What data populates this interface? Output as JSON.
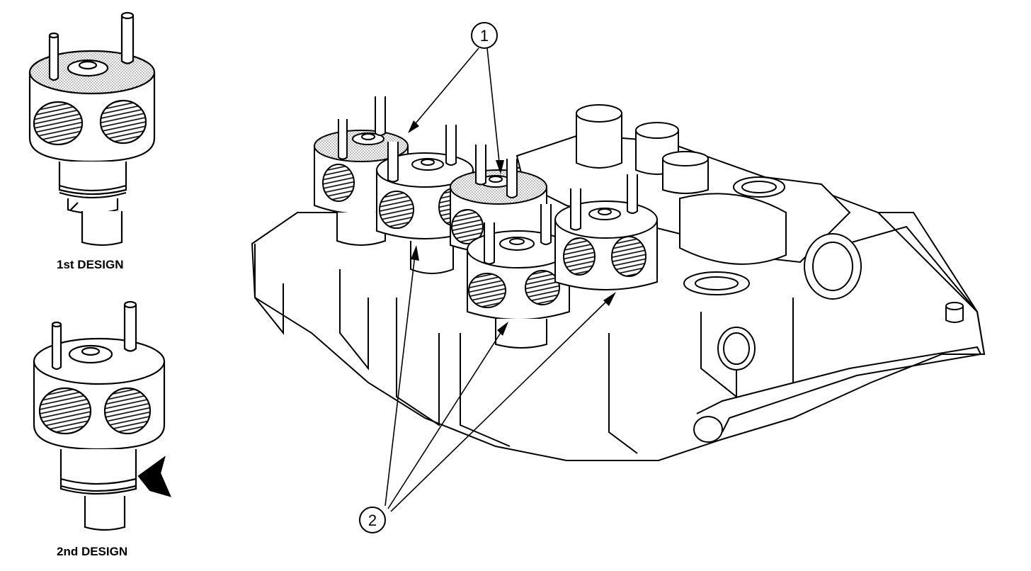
{
  "figure": {
    "captions": {
      "first_design": "1st DESIGN",
      "second_design": "2nd DESIGN"
    },
    "callouts": [
      {
        "label": "1"
      },
      {
        "label": "2"
      }
    ]
  },
  "colors": {
    "ink": "#000000",
    "paper": "#ffffff",
    "stipple": "#9a9a9a"
  }
}
